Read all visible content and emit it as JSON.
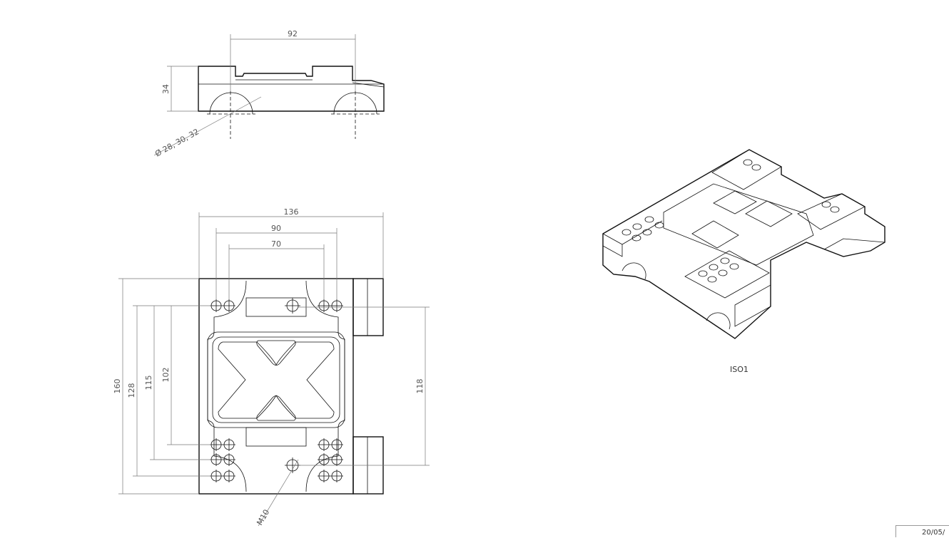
{
  "drawing": {
    "top_view": {
      "width_dim": "92",
      "height_dim": "34",
      "diameter_note": "Ø 28, 30, 32"
    },
    "plan_view": {
      "overall_width": "136",
      "hole_span_outer": "90",
      "hole_span_inner": "70",
      "overall_height": "160",
      "span_128": "128",
      "span_115": "115",
      "span_102": "102",
      "span_118": "118",
      "thread_callout": "M10"
    },
    "iso_view": {
      "label": "ISO1"
    },
    "title_block": {
      "date_fragment": "20/05/"
    }
  }
}
